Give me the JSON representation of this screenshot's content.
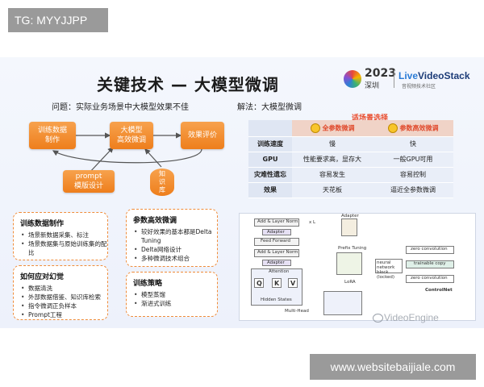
{
  "overlay": {
    "tag": "TG: MYYJJPP",
    "website": "www.websitebaijiale.com"
  },
  "slide": {
    "title": "关键技术 — 大模型微调",
    "logo": {
      "year": "2023",
      "city": "深圳",
      "brand_prefix": "Live",
      "brand": "VideoStack",
      "brand_sub": "音视频技术社区"
    },
    "problem": "问题：实际业务场景中大模型效果不佳",
    "solution": "解法：大模型微调",
    "flow": {
      "train_data": "训练数据\n制作",
      "model_train": "大模型\n高效微调",
      "eval": "效果评价",
      "prompt": "prompt\n模版设计",
      "kb": "知\n识\n库"
    },
    "compare": {
      "choose": "适场景选择",
      "headers": [
        "",
        "全参数微调",
        "参数高效微调"
      ],
      "rows": [
        [
          "训练速度",
          "慢",
          "快"
        ],
        [
          "GPU",
          "性能要求高，显存大",
          "一般GPU可用"
        ],
        [
          "灾难性遗忘",
          "容易发生",
          "容易控制"
        ],
        [
          "效果",
          "天花板",
          "逼近全参数微调"
        ]
      ]
    },
    "boxes": {
      "data_make": {
        "title": "训练数据制作",
        "items": [
          "场景新数据采集、标注",
          "场景数据集与原始训练集的配比"
        ]
      },
      "hallucination": {
        "title": "如何应对幻觉",
        "items": [
          "数据清洗",
          "外部数据借鉴、知识库检索",
          "指令微调正负样本",
          "Prompt工程"
        ]
      },
      "peft": {
        "title": "参数高效微调",
        "items": [
          "较好效果的基本都是Delta Tuning",
          "Delta网络设计",
          "多种微调技术组合"
        ]
      },
      "strategy": {
        "title": "训练策略",
        "items": [
          "模型蒸馏",
          "渐进式训练"
        ]
      }
    },
    "diagram": {
      "add_norm": "Add & Layer Norm",
      "adapter": "Adapter",
      "feed_forward": "Feed Forward",
      "attention": "Attention",
      "hidden": "Hidden States",
      "multi_head": "Multi-Head",
      "xl": "x L",
      "prefix": "Prefix Tuning",
      "lora": "LoRA",
      "zero_conv1": "zero convolution",
      "trainable": "trainable copy",
      "zero_conv2": "zero convolution",
      "neural_block": "neural network block (locked)",
      "controlnet": "ControlNet",
      "q": "Q",
      "k": "K",
      "v": "V"
    },
    "watermark": "VideoEngine"
  },
  "colors": {
    "accent": "#ee7e1c",
    "red": "#e04a2c",
    "dashed": "#ef8c3a"
  }
}
